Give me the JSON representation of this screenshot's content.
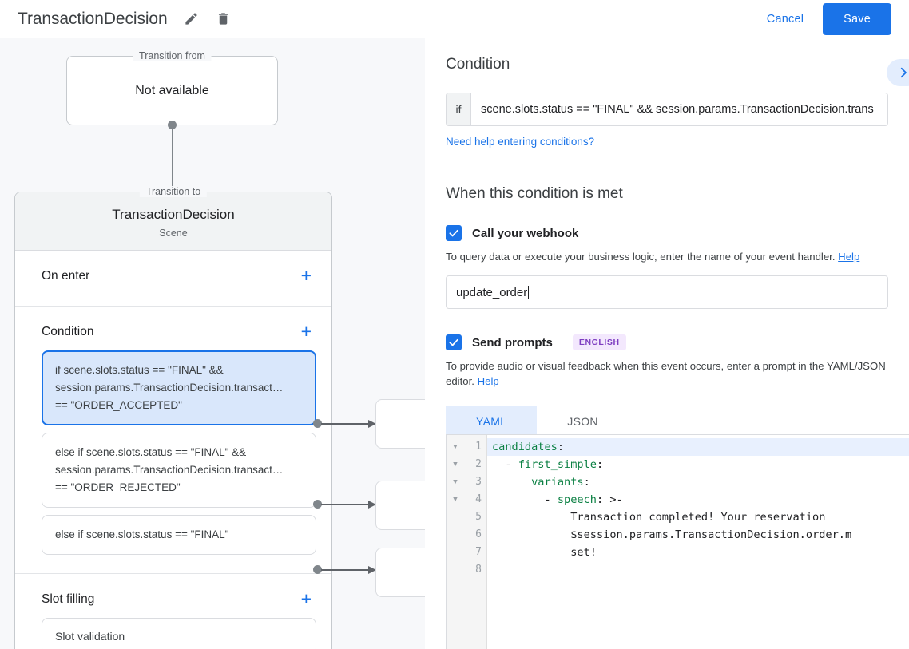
{
  "topbar": {
    "title": "TransactionDecision",
    "edit_icon": "pencil-icon",
    "delete_icon": "trash-icon",
    "cancel_label": "Cancel",
    "save_label": "Save",
    "accent_color": "#1a73e8"
  },
  "canvas": {
    "transition_from": {
      "legend": "Transition from",
      "value": "Not available"
    },
    "transition_to": {
      "legend": "Transition to",
      "name": "TransactionDecision",
      "type": "Scene"
    },
    "sections": [
      {
        "title": "On enter",
        "add_label": "+"
      },
      {
        "title": "Condition",
        "add_label": "+"
      },
      {
        "title": "Slot filling",
        "add_label": "+"
      }
    ],
    "conditions": [
      {
        "selected": true,
        "line1": "if scene.slots.status == \"FINAL\" &&",
        "line2": "session.params.TransactionDecision.transact…",
        "line3": "== \"ORDER_ACCEPTED\""
      },
      {
        "selected": false,
        "line1": "else if scene.slots.status == \"FINAL\" &&",
        "line2": "session.params.TransactionDecision.transact…",
        "line3": "== \"ORDER_REJECTED\""
      },
      {
        "selected": false,
        "line1": "else if scene.slots.status == \"FINAL\"",
        "line2": "",
        "line3": ""
      }
    ],
    "slot_filling_items": [
      {
        "label": "Slot validation"
      }
    ]
  },
  "panel": {
    "condition_section": {
      "heading": "Condition",
      "expand_icon": "chevron-right-icon",
      "if_label": "if",
      "if_value": "scene.slots.status == \"FINAL\" && session.params.TransactionDecision.trans",
      "help_link": "Need help entering conditions?"
    },
    "when_met": {
      "heading": "When this condition is met",
      "webhook": {
        "checked": true,
        "label": "Call your webhook",
        "description": "To query data or execute your business logic, enter the name of your event handler.",
        "help_label": "Help",
        "value": "update_order"
      },
      "prompts": {
        "checked": true,
        "label": "Send prompts",
        "badge": "ENGLISH",
        "badge_bg": "#f3e8fd",
        "badge_color": "#7e3ec1",
        "description": "To provide audio or visual feedback when this event occurs, enter a prompt in the YAML/JSON editor.",
        "help_label": "Help",
        "tabs": [
          {
            "label": "YAML",
            "active": true
          },
          {
            "label": "JSON",
            "active": false
          }
        ]
      }
    },
    "editor": {
      "language": "yaml",
      "active_line": 1,
      "lines": [
        {
          "n": 1,
          "fold": true,
          "text": "candidates:",
          "key": "candidates",
          "indent": 0
        },
        {
          "n": 2,
          "fold": true,
          "text": "  - first_simple:",
          "key": "first_simple",
          "indent": 1
        },
        {
          "n": 3,
          "fold": true,
          "text": "      variants:",
          "key": "variants",
          "indent": 2
        },
        {
          "n": 4,
          "fold": true,
          "text": "        - speech: >-",
          "key": "speech",
          "indent": 3
        },
        {
          "n": 5,
          "fold": false,
          "text": "            Transaction completed! Your reservation",
          "key": "",
          "indent": 4
        },
        {
          "n": 6,
          "fold": false,
          "text": "            $session.params.TransactionDecision.order.m",
          "key": "",
          "indent": 4
        },
        {
          "n": 7,
          "fold": false,
          "text": "            set!",
          "key": "",
          "indent": 4
        },
        {
          "n": 8,
          "fold": false,
          "text": "",
          "key": "",
          "indent": 0
        }
      ]
    }
  }
}
